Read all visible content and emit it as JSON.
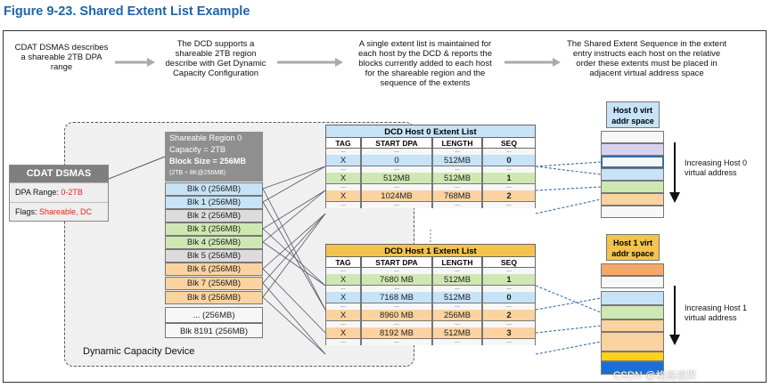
{
  "title": "Figure 9-23.    Shared Extent List Example",
  "steps": [
    "CDAT DSMAS describes a shareable 2TB DPA range",
    "The DCD supports a shareable 2TB region describe with Get Dynamic Capacity Configuration",
    "A single extent list is maintained for each host by the DCD & reports the blocks currently added to each host for the shareable region and the sequence of the extents",
    "The Shared Extent Sequence in the extent entry instructs each host on the relative order these extents must be placed in adjacent virtual address space"
  ],
  "dsmas": {
    "title": "CDAT DSMAS",
    "dpa_label": "DPA Range: ",
    "dpa_value": "0-2TB",
    "flags_label": "Flags: ",
    "flags_value": "Shareable, DC"
  },
  "region": {
    "line1": "Shareable Region 0",
    "line2": "Capacity = 2TB",
    "line3": "Block Size = 256MB",
    "line4": "(2TB ÷ 8K@256MB)",
    "blocks": [
      {
        "label": "Blk 0 (256MB)",
        "color": "blue"
      },
      {
        "label": "Blk 1 (256MB)",
        "color": "blue"
      },
      {
        "label": "Blk 2 (256MB)",
        "color": "gray"
      },
      {
        "label": "Blk 3 (256MB)",
        "color": "green"
      },
      {
        "label": "Blk 4 (256MB)",
        "color": "green"
      },
      {
        "label": "Blk 5 (256MB)",
        "color": "gray"
      },
      {
        "label": "Blk 6 (256MB)",
        "color": "orange"
      },
      {
        "label": "Blk 7 (256MB)",
        "color": "orange"
      },
      {
        "label": "Blk 8 (256MB)",
        "color": "orange"
      },
      {
        "label": "...      (256MB)",
        "color": "white"
      },
      {
        "label": "Blk 8191 (256MB)",
        "color": "white"
      }
    ]
  },
  "dcd_label": "Dynamic Capacity Device",
  "columns": [
    "TAG",
    "START DPA",
    "LENGTH",
    "SEQ"
  ],
  "host0": {
    "title": "DCD Host 0 Extent List",
    "rows": [
      {
        "tag": "X",
        "dpa": "0",
        "len": "512MB",
        "seq": "0",
        "color": "blue"
      },
      {
        "tag": "X",
        "dpa": "512MB",
        "len": "512MB",
        "seq": "1",
        "color": "green"
      },
      {
        "tag": "X",
        "dpa": "1024MB",
        "len": "768MB",
        "seq": "2",
        "color": "orange"
      }
    ]
  },
  "host1": {
    "title": "DCD Host 1 Extent List",
    "rows": [
      {
        "tag": "X",
        "dpa": "7680 MB",
        "len": "512MB",
        "seq": "1",
        "color": "green"
      },
      {
        "tag": "X",
        "dpa": "7168 MB",
        "len": "512MB",
        "seq": "0",
        "color": "blue"
      },
      {
        "tag": "X",
        "dpa": "8960 MB",
        "len": "256MB",
        "seq": "2",
        "color": "orange"
      },
      {
        "tag": "X",
        "dpa": "8192 MB",
        "len": "512MB",
        "seq": "3",
        "color": "orange"
      }
    ]
  },
  "vspace0": {
    "title_line1": "Host 0 virt",
    "title_line2": "addr space",
    "note_line1": "Increasing Host 0",
    "note_line2": "virtual address"
  },
  "vspace1": {
    "title_line1": "Host 1 virt",
    "title_line2": "addr space",
    "note_line1": "Increasing Host 1",
    "note_line2": "virtual address"
  },
  "dots": "...",
  "watermark": "CSDN @格局视界",
  "colors": {
    "blue": "#c6e3f7",
    "green": "#cfe8b3",
    "orange": "#fbd3a0",
    "gray": "#dcdcdc",
    "white": "#f7f7f7",
    "title_blue": "#1f64a8",
    "accent_red": "#e8231c",
    "host1_gold": "#f3c34d"
  }
}
